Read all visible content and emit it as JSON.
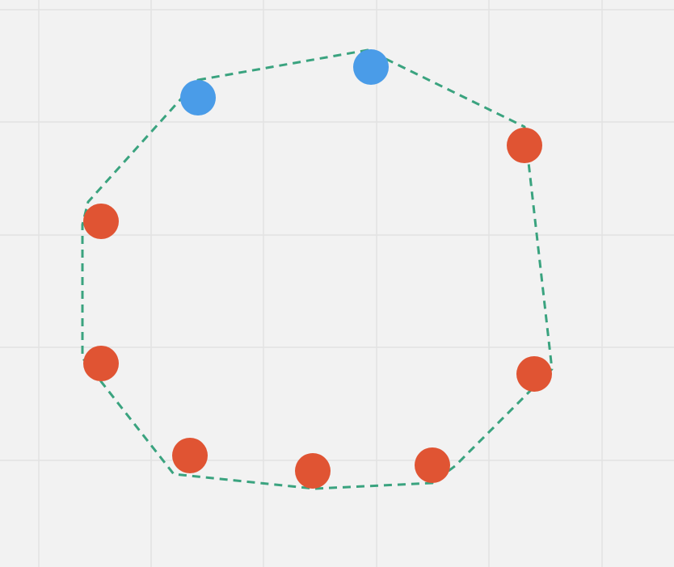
{
  "background_color": "#f2f2f2",
  "grid_color": "#e2e2e2",
  "hull_color": "#3aa37f",
  "points": [
    {
      "id": "p1",
      "color": "#4a9ce8",
      "label": ""
    },
    {
      "id": "p2",
      "color": "#4a9ce8",
      "label": ""
    },
    {
      "id": "p3",
      "color": "#e05433",
      "label": ""
    },
    {
      "id": "p4",
      "color": "#e05433",
      "label": ""
    },
    {
      "id": "p5",
      "color": "#e05433",
      "label": ""
    },
    {
      "id": "p6",
      "color": "#e05433",
      "label": ""
    },
    {
      "id": "p7",
      "color": "#e05433",
      "label": ""
    },
    {
      "id": "p8",
      "color": "#e05433",
      "label": ""
    },
    {
      "id": "p9",
      "color": "#e05433",
      "label": ""
    },
    {
      "id": "p10",
      "color": "#e05433",
      "label": ""
    }
  ]
}
